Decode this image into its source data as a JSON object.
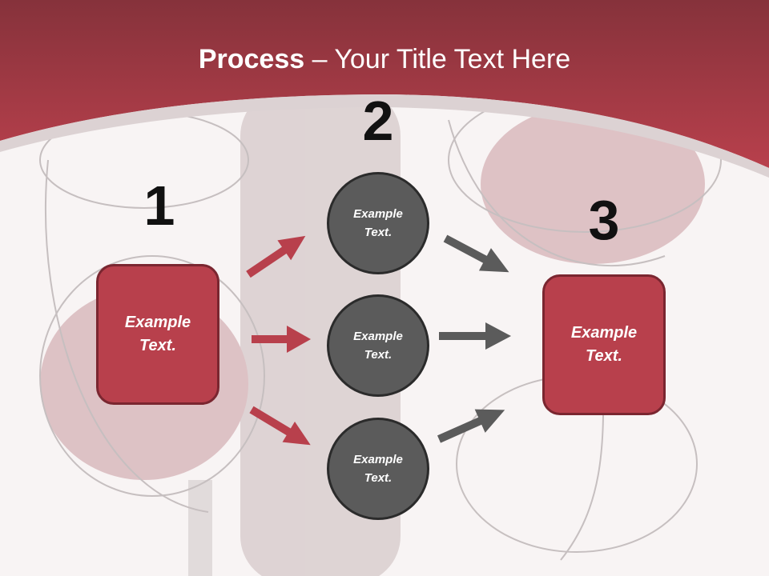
{
  "title": {
    "bold": "Process",
    "rest": " – Your Title Text Here"
  },
  "numbers": [
    "1",
    "2",
    "3"
  ],
  "left_box": {
    "line1": "Example",
    "line2": "Text."
  },
  "circles": [
    {
      "line1": "Example",
      "line2": "Text."
    },
    {
      "line1": "Example",
      "line2": "Text."
    },
    {
      "line1": "Example",
      "line2": "Text."
    }
  ],
  "right_box": {
    "line1": "Example",
    "line2": "Text."
  },
  "colors": {
    "header": "#b8404c",
    "box": "#b8404c",
    "circle": "#5b5b5b",
    "red_arrow": "#b8404c",
    "gray_arrow": "#5b5b5b"
  }
}
